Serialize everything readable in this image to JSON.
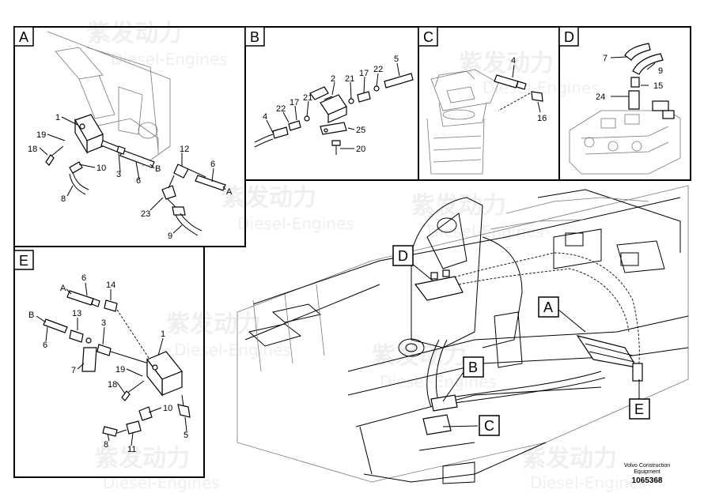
{
  "panels": {
    "A": {
      "label": "A",
      "callouts": [
        "1",
        "19",
        "18",
        "10",
        "8",
        "3",
        "6",
        "B",
        "12",
        "6",
        "A",
        "23",
        "9"
      ]
    },
    "B": {
      "label": "B",
      "callouts": [
        "2",
        "21",
        "17",
        "22",
        "5",
        "22",
        "17",
        "21",
        "4",
        "25",
        "20"
      ]
    },
    "C": {
      "label": "C",
      "callouts": [
        "4",
        "16"
      ]
    },
    "D": {
      "label": "D",
      "callouts": [
        "7",
        "9",
        "15",
        "24"
      ]
    },
    "E": {
      "label": "E",
      "callouts": [
        "6",
        "14",
        "A",
        "B",
        "13",
        "3",
        "1",
        "6",
        "7",
        "19",
        "18",
        "10",
        "5",
        "8",
        "11"
      ]
    }
  },
  "overview_tags": [
    "D",
    "A",
    "B",
    "C",
    "E"
  ],
  "watermark": {
    "brand": "紫发动力",
    "sub": "Diesel-Engines"
  },
  "footer": {
    "company_line1": "Volvo Construction",
    "company_line2": "Equipment",
    "doc_number": "1065368"
  }
}
